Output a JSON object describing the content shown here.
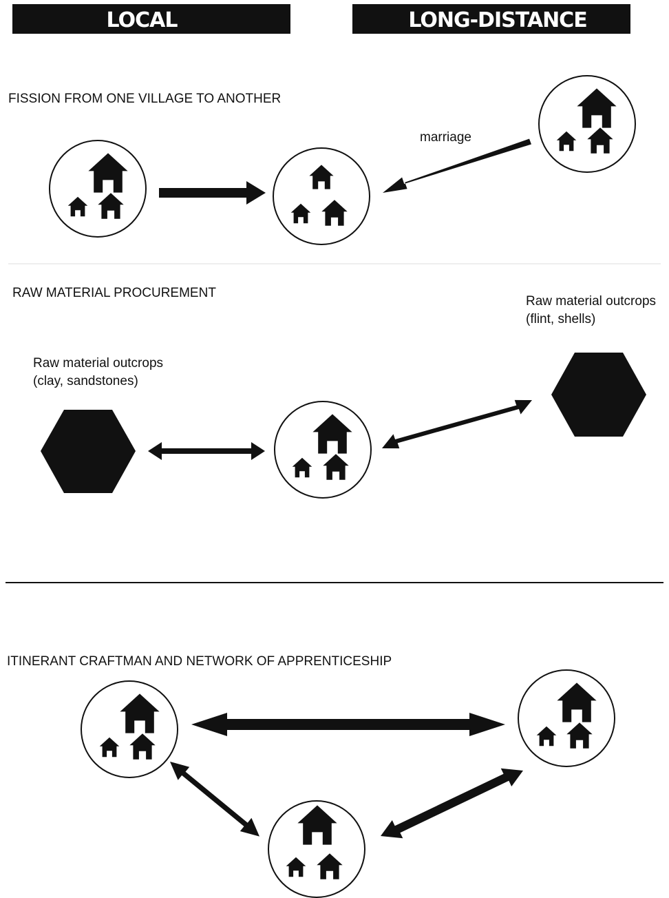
{
  "headers": {
    "local": "LOCAL",
    "long_distance": "LONG-DISTANCE"
  },
  "sections": {
    "fission": {
      "title": "FISSION FROM ONE VILLAGE TO ANOTHER",
      "marriage_label": "marriage"
    },
    "raw_material": {
      "title": "RAW MATERIAL PROCUREMENT",
      "local_outcrop_line1": "Raw material outcrops",
      "local_outcrop_line2": "(clay, sandstones)",
      "distant_outcrop_line1": "Raw material outcrops",
      "distant_outcrop_line2": "(flint, shells)"
    },
    "craftsman": {
      "title": "ITINERANT CRAFTMAN AND NETWORK OF APPRENTICESHIP"
    }
  },
  "colors": {
    "ink": "#111111",
    "header_bg": "#111111",
    "header_text": "#ffffff",
    "divider_light": "#dddddd",
    "background": "#ffffff"
  },
  "icons": {
    "village": "village-circle-icon",
    "house": "house-icon",
    "outcrop": "hexagon-outcrop-icon",
    "arrow": "arrow-icon"
  }
}
